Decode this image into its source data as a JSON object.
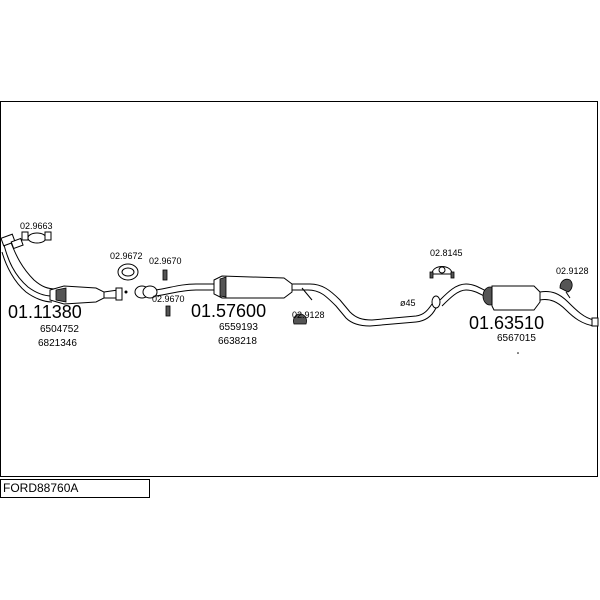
{
  "title": "FORD88760A",
  "parts": {
    "front_pipe": {
      "code": "01.11380",
      "refs": [
        "6504752",
        "6821346"
      ]
    },
    "middle_silencer": {
      "code": "01.57600",
      "refs": [
        "6559193",
        "6638218"
      ]
    },
    "rear_silencer": {
      "code": "01.63510",
      "refs": [
        "6567015"
      ]
    }
  },
  "accessories": {
    "gasket_front": "02.9663",
    "ring": "02.9672",
    "bolt_a": "02.9670",
    "bolt_b": "02.9670",
    "hanger_mid": "02.9128",
    "clamp": "02.8145",
    "hanger_rear": "02.9128"
  },
  "pipe_diameter": "ø45"
}
